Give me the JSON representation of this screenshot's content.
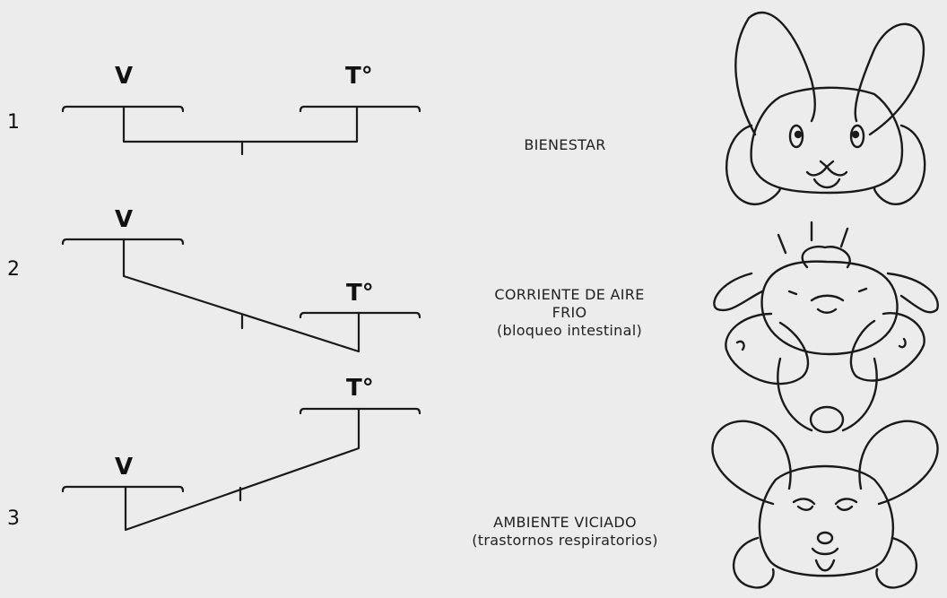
{
  "rows": [
    {
      "number": "1",
      "left_label": "V",
      "right_label": "T°",
      "caption_lines": [
        "BIENESTAR"
      ],
      "illustration": "rabbit-face-content"
    },
    {
      "number": "2",
      "left_label": "V",
      "right_label": "T°",
      "caption_lines": [
        "CORRIENTE DE AIRE",
        "FRIO",
        "(bloqueo intestinal)"
      ],
      "illustration": "rabbit-lying-bloated"
    },
    {
      "number": "3",
      "left_label": "V",
      "right_label": "T°",
      "caption_lines": [
        "AMBIENTE VICIADO",
        "(trastornos respiratorios)"
      ],
      "illustration": "rabbit-face-sick"
    }
  ]
}
